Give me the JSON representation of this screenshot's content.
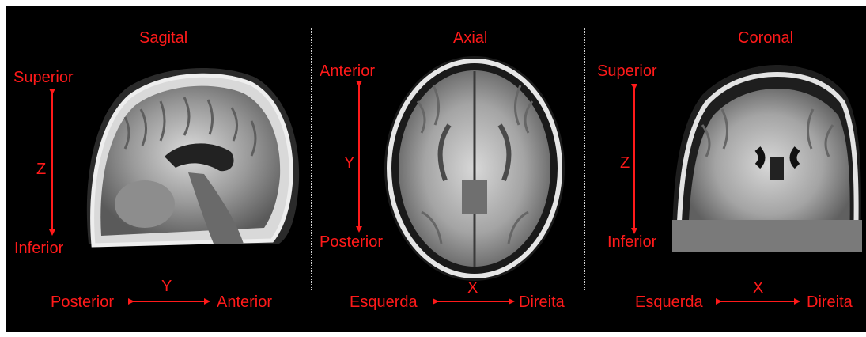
{
  "panels": [
    {
      "title": "Sagital",
      "vertical": {
        "top": "Superior",
        "axis": "Z",
        "bottom": "Inferior"
      },
      "horizontal": {
        "left": "Posterior",
        "axis": "Y",
        "right": "Anterior"
      }
    },
    {
      "title": "Axial",
      "vertical": {
        "top": "Anterior",
        "axis": "Y",
        "bottom": "Posterior"
      },
      "horizontal": {
        "left": "Esquerda",
        "axis": "X",
        "right": "Direita"
      }
    },
    {
      "title": "Coronal",
      "vertical": {
        "top": "Superior",
        "axis": "Z",
        "bottom": "Inferior"
      },
      "horizontal": {
        "left": "Esquerda",
        "axis": "X",
        "right": "Direita"
      }
    }
  ],
  "colors": {
    "label": "#ff1a1a",
    "background": "#000000",
    "divider": "#cfcfcf"
  },
  "images": [
    "sagittal-mri-slice",
    "axial-mri-slice",
    "coronal-mri-slice"
  ]
}
